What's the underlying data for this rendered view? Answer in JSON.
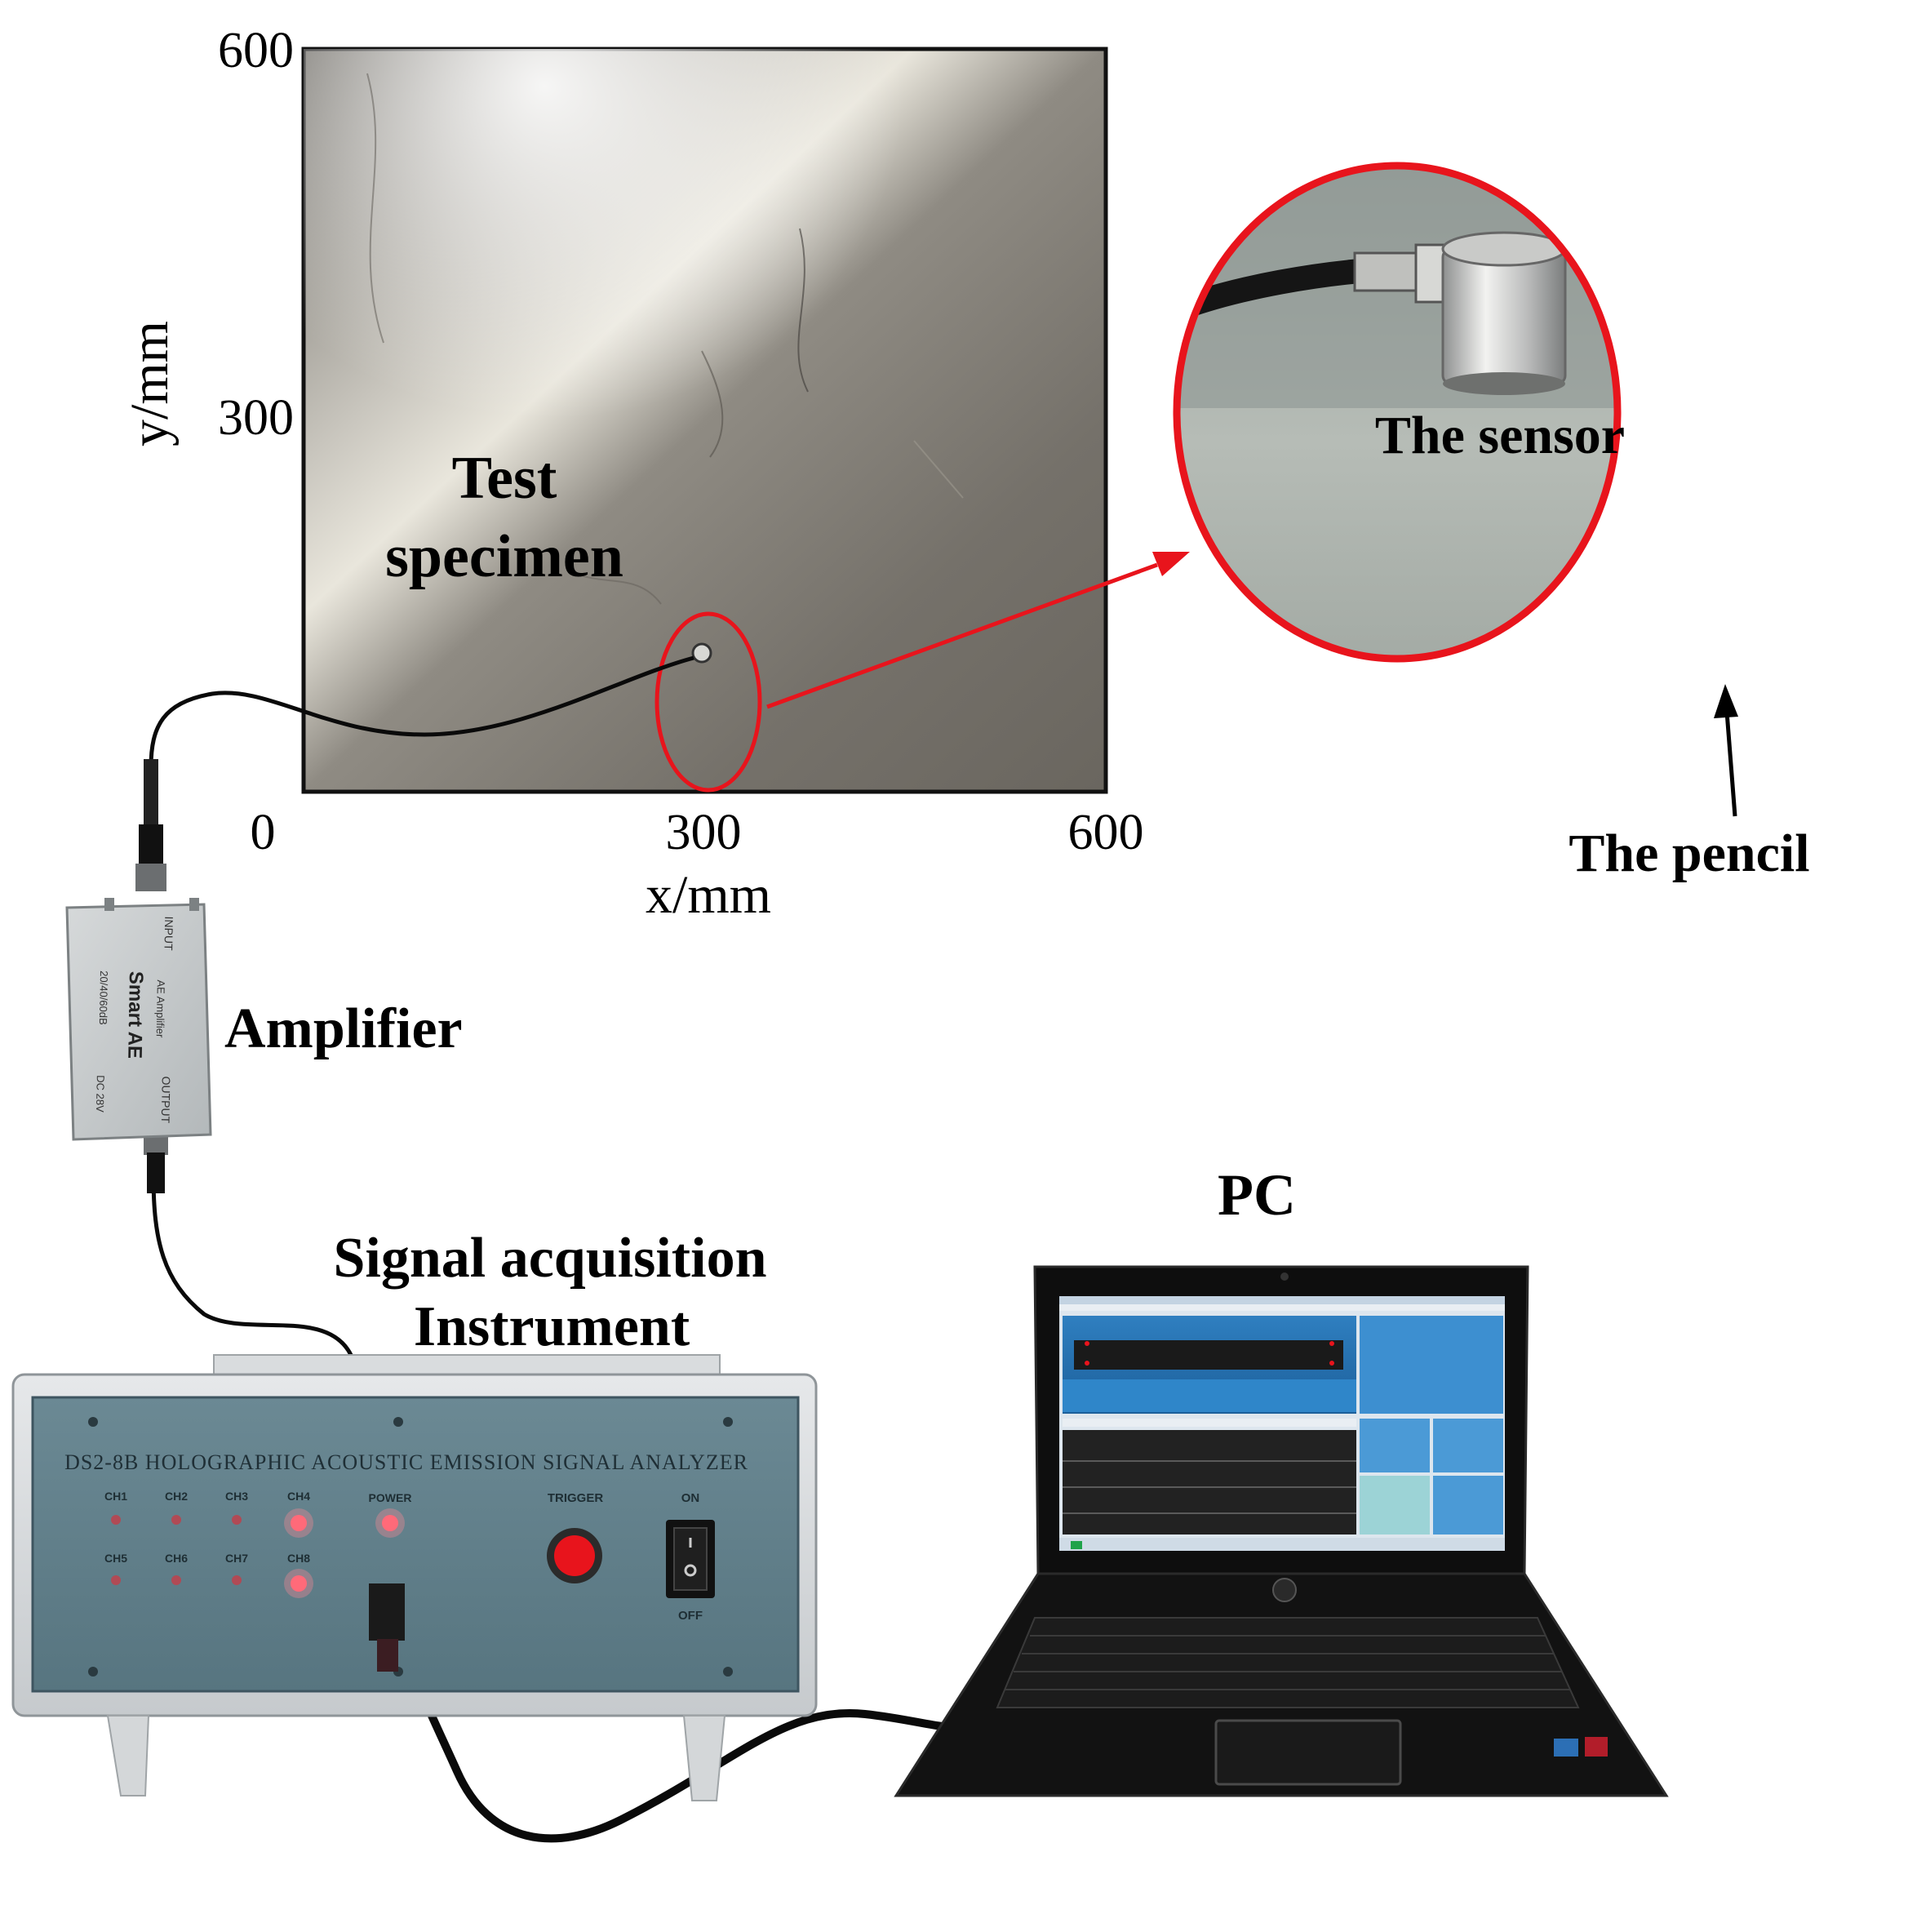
{
  "specimen": {
    "label_line1": "Test",
    "label_line2": "specimen",
    "x_axis_title": "x/mm",
    "y_axis_title": "y/mm",
    "x_ticks": [
      "0",
      "300",
      "600"
    ],
    "y_ticks": [
      "300",
      "600"
    ]
  },
  "zoom": {
    "sensor_label": "The sensor",
    "pencil_label": "The pencil"
  },
  "amplifier": {
    "label": "Amplifier",
    "text_input": "INPUT",
    "text_ae_amplifier": "AE Amplifier",
    "text_brand": "Smart AE",
    "text_gain": "20/40/60dB",
    "text_output": "OUTPUT",
    "text_dc": "DC 28V"
  },
  "analyzer": {
    "label_line1": "Signal acquisition",
    "label_line2": "Instrument",
    "panel_title": "DS2-8B HOLOGRAPHIC ACOUSTIC EMISSION SIGNAL ANALYZER",
    "channels_row1": [
      "CH1",
      "CH2",
      "CH3",
      "CH4"
    ],
    "channels_row2": [
      "CH5",
      "CH6",
      "CH7",
      "CH8"
    ],
    "power_label": "POWER",
    "trigger_label": "TRIGGER",
    "on_label": "ON",
    "off_label": "OFF"
  },
  "pc": {
    "label": "PC"
  },
  "colors": {
    "highlight_red": "#e8141c",
    "led_on": "#ff5a6a",
    "led_off": "#b04a55",
    "panel": "#5f7d88",
    "plate": "#7f7a70"
  }
}
